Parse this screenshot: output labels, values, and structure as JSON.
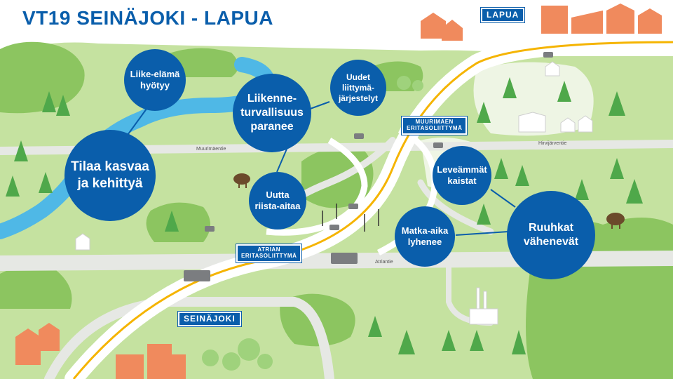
{
  "title": "VT19 SEINÄJOKI - LAPUA",
  "bubbles": {
    "liike_elama": "Liike-elämä\nhyötyy",
    "tilaa": "Tilaa kasvaa\nja kehittyä",
    "liikenneturvallisuus": "Liikenne-\nturvallisuus\nparanee",
    "liittymajarjestelyt": "Uudet\nliittymä-\njärjestelyt",
    "riista_aitaa": "Uutta\nriista-aitaa",
    "leveammat_kaistat": "Leveämmät\nkaistat",
    "matka_aika": "Matka-aika\nlyhenee",
    "ruuhkat": "Ruuhkat\nvähenevät"
  },
  "signs": {
    "lapua": "LAPUA",
    "seinajoki": "SEINÄJOKI",
    "muurimaen": "MUURIMÄEN\nERITASOLIITTYMÄ",
    "atrian": "ATRIAN\nERITASOLIITTYMÄ"
  },
  "roads": {
    "muurimaentie": "Muurimäentie",
    "hirvijarventie": "Hirvijärventie",
    "atriantie": "Atriantie"
  },
  "colors": {
    "title_blue": "#0a5eab",
    "bubble_blue": "#0a5eab",
    "grass_light": "#c5e2a0",
    "grass_dark": "#8cc560",
    "river": "#4fb8e6",
    "road": "#e6e8e4",
    "highway_stripe": "#f5b400",
    "buildings": "#f08a5d"
  }
}
